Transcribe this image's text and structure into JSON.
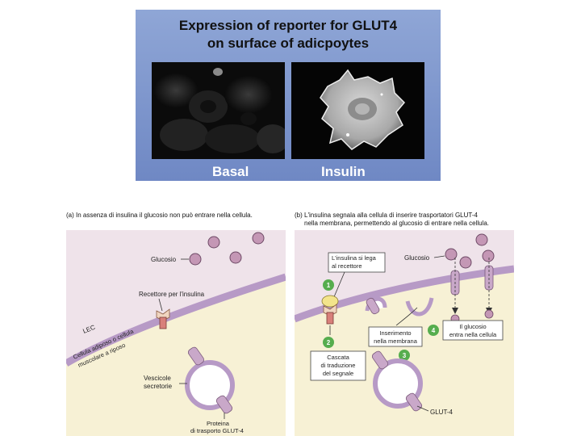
{
  "microscopy": {
    "title_line1": "Expression of reporter for GLUT4",
    "title_line2": "on surface of adicpoytes",
    "label_left": "Basal",
    "label_right": "Insulin"
  },
  "panel_a": {
    "caption": "(a) In assenza di insulina il glucosio non può entrare nella cellula.",
    "glucose_label": "Glucosio",
    "receptor_label": "Recettore per l'insulina",
    "lec_label": "LEC",
    "cell_label_line1": "Cellula adiposo o cellula",
    "cell_label_line2": "muscolare a riposo",
    "vesicle_label_line1": "Vescicole",
    "vesicle_label_line2": "secretorie",
    "protein_label_line1": "Proteina",
    "protein_label_line2": "di trasporto GLUT-4"
  },
  "panel_b": {
    "caption_line1": "(b) L'insulina segnala alla cellula di inserire trasportatori GLUT-4",
    "caption_line2": "nella membrana, permettendo al glucosio di entrare nella cellula.",
    "step1_box_line1": "L'insulina si lega",
    "step1_box_line2": "al recettore",
    "glucose_label": "Glucosio",
    "step2_box_line1": "Cascata",
    "step2_box_line2": "di traduzione",
    "step2_box_line3": "del segnale",
    "step3_box_line1": "Inserimento",
    "step3_box_line2": "nella membrana",
    "step4_box_line1": "Il glucosio",
    "step4_box_line2": "entra nella cellula",
    "glut4_label": "GLUT-4",
    "step_numbers": [
      "1",
      "2",
      "3",
      "4"
    ]
  },
  "colors": {
    "blue_bg": "#7f98d0",
    "extracellular": "#efe3ea",
    "cytoplasm": "#f7f1d5",
    "membrane": "#b79ac6",
    "glucose": "#c497b5",
    "step_badge": "#56ad4e",
    "receptor": "#d87f7a",
    "insulin": "#f3e48b"
  }
}
